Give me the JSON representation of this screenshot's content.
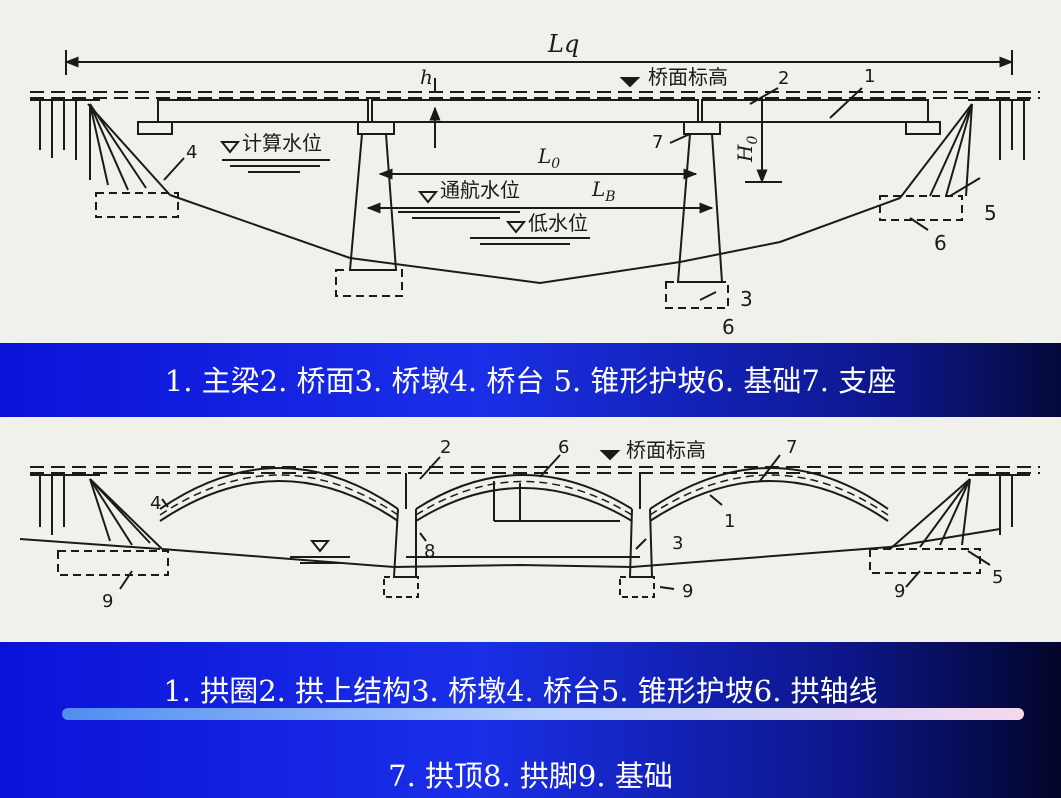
{
  "beam_diagram": {
    "labels": {
      "lq": "Lq",
      "h": "h",
      "deck_elevation": "桥面标高",
      "num_1": "1",
      "num_2": "2",
      "num_3": "3",
      "num_4": "4",
      "num_5": "5",
      "num_6a": "6",
      "num_6b": "6",
      "num_7": "7",
      "calc_water": "计算水位",
      "l0": "L",
      "l0_sub": "0",
      "h0": "H",
      "h0_sub": "0",
      "nav_water": "通航水位",
      "lb": "L",
      "lb_sub": "B",
      "low_water": "低水位"
    },
    "caption": "1. 主梁2. 桥面3. 桥墩4. 桥台  5.  锥形护坡6. 基础7. 支座"
  },
  "arch_diagram": {
    "labels": {
      "deck_elevation": "桥面标高",
      "num_1": "1",
      "num_2": "2",
      "num_3": "3",
      "num_4": "4",
      "num_5": "5",
      "num_6": "6",
      "num_7": "7",
      "num_8": "8",
      "num_9a": "9",
      "num_9b": "9",
      "num_9c": "9"
    },
    "caption_line1": "1. 拱圈2. 拱上结构3. 桥墩4. 桥台5.  锥形护坡6. 拱轴线",
    "caption_line2": "7. 拱顶8.  拱脚9.  基础"
  },
  "colors": {
    "background": "#0a1a9a",
    "paper": "#f1f1ec",
    "ink": "#1a1a1a",
    "caption_text": "#ffffff"
  }
}
